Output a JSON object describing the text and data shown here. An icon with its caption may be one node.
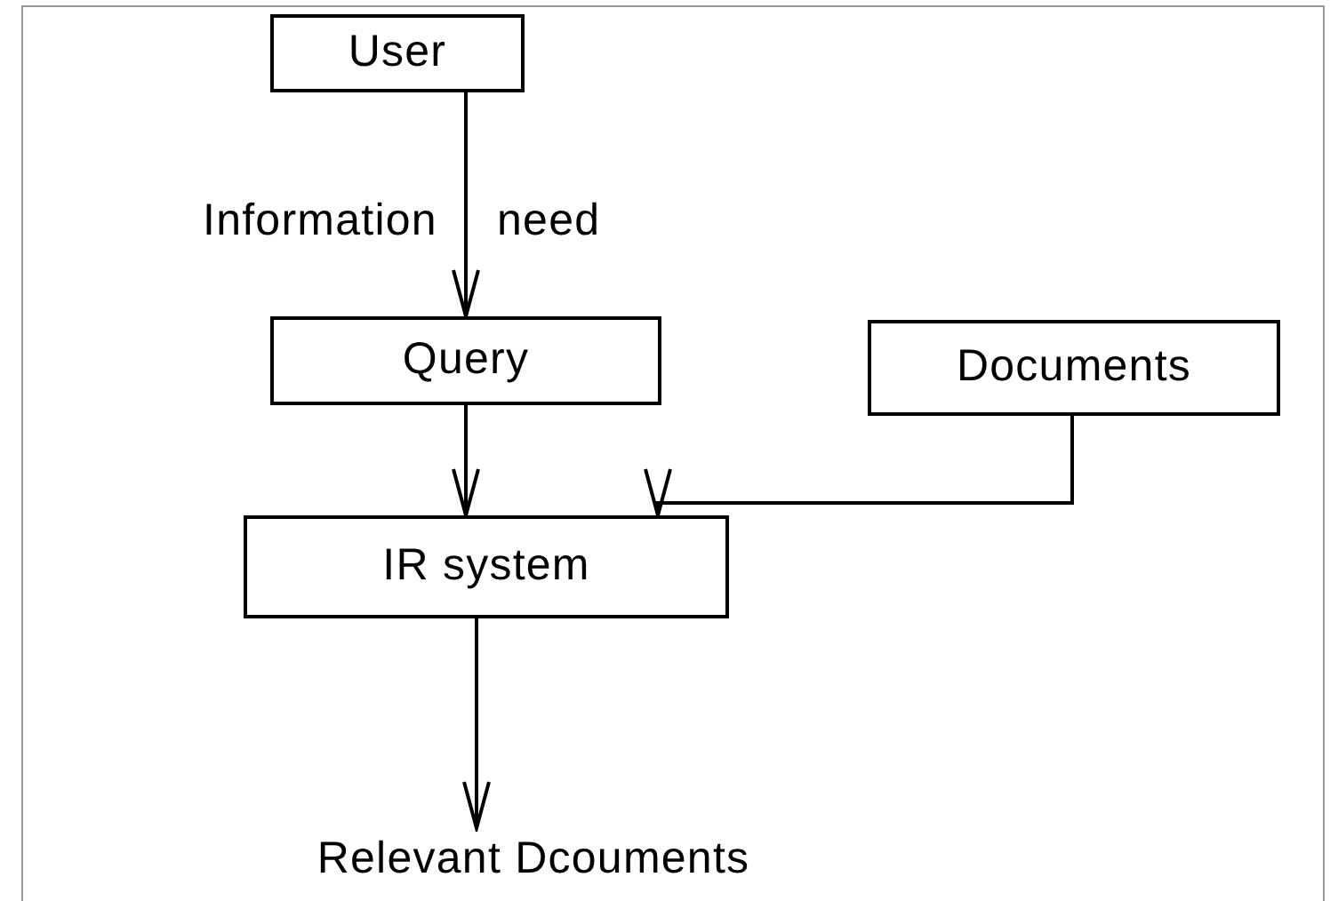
{
  "diagram": {
    "nodes": [
      {
        "text": [
          "User"
        ]
      },
      {
        "text": [
          "Query"
        ]
      },
      {
        "text": [
          "Documents"
        ]
      },
      {
        "text": [
          "IR system"
        ]
      },
      {
        "text": [
          "Relevant Dcouments"
        ]
      }
    ],
    "edges": [
      {
        "from": 0,
        "to": 1,
        "arrow": "to",
        "label": "Information need"
      },
      {
        "from": 1,
        "to": 3,
        "arrow": "to"
      },
      {
        "from": 2,
        "to": 3,
        "arrow": "to"
      },
      {
        "from": 3,
        "to": 4,
        "arrow": "to"
      }
    ]
  }
}
